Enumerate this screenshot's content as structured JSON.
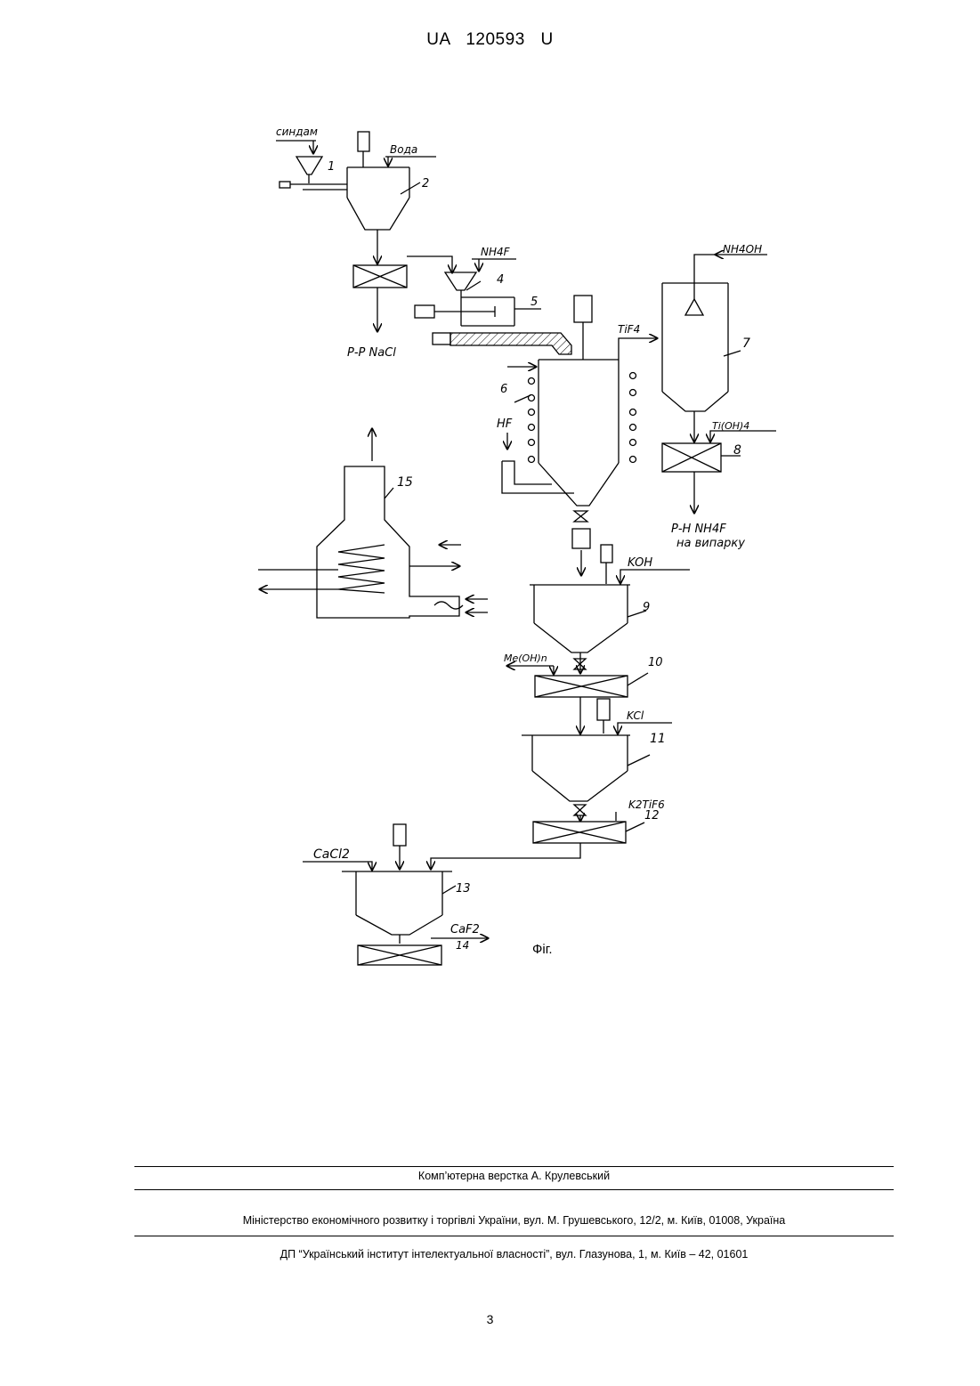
{
  "header": {
    "patent_id": "UA 120593 U"
  },
  "figure": {
    "caption": "Фіг.",
    "labels": {
      "feed": "синдам",
      "water": "Вода",
      "n1": "1",
      "n2": "2",
      "n4": "4",
      "n5": "5",
      "n6": "6",
      "n7": "7",
      "n8": "8",
      "n9": "9",
      "n10": "10",
      "n11": "11",
      "n12": "12",
      "n13": "13",
      "n14": "14",
      "n15": "15",
      "nh4f": "NH4F",
      "nacl": "Р-Р NaCl",
      "nh4oh": "NH4OH",
      "tif4": "TiF4",
      "hf": "HF",
      "tioh4": "Ti(OH)4",
      "nh4f_solution": "Р-Н NH4F",
      "to_evaporation": "на випарку",
      "koh": "KOH",
      "meoh": "Me(OH)n",
      "kcl": "KCl",
      "k2tif6": "K2TiF6",
      "cacl2": "CaCl2",
      "caf2": "CaF2"
    }
  },
  "footer": {
    "layout": "Комп’ютерна верстка А. Крулевський",
    "ministry": "Міністерство економічного розвитку і торгівлі України, вул. М. Грушевського, 12/2, м. Київ, 01008, Україна",
    "institute": "ДП “Український інститут інтелектуальної власності”, вул. Глазунова, 1, м. Київ – 42, 01601",
    "page_number": "3"
  }
}
